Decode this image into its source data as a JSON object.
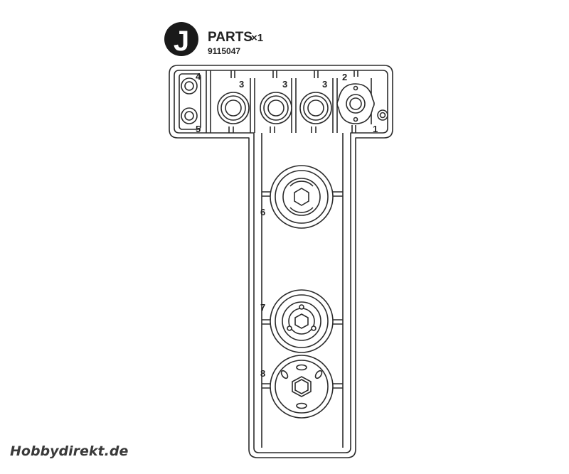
{
  "header": {
    "badge_letter": "J",
    "title": "PARTS",
    "quantity": "×1",
    "part_number": "9115047"
  },
  "part_labels": [
    "1",
    "2",
    "3",
    "3",
    "3",
    "4",
    "5",
    "6",
    "7",
    "8"
  ],
  "watermark": "Hobbydirekt.de",
  "colors": {
    "line": "#2b2b2b",
    "badge": "#1a1a1a",
    "watermark": "#3a3a3a"
  }
}
